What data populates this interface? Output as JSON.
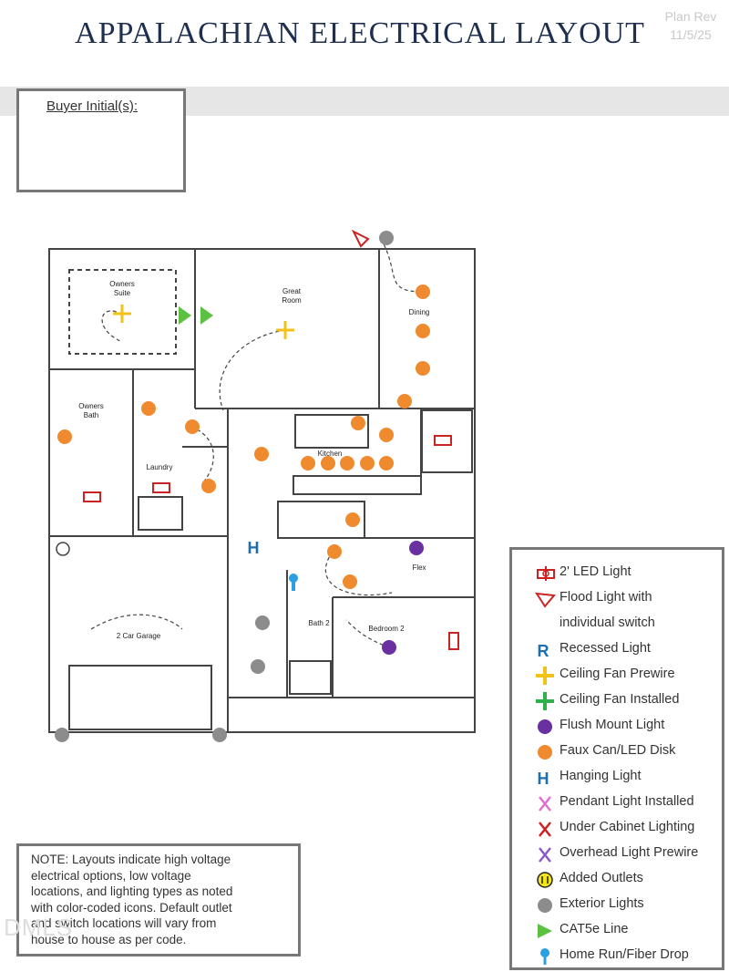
{
  "header": {
    "title": "APPALACHIAN ELECTRICAL LAYOUT",
    "rev_line1": "Plan Rev",
    "rev_line2": "11/5/25"
  },
  "buyer_box": {
    "label": "Buyer Initial(s):"
  },
  "rooms": {
    "owners_suite_1": "Owners",
    "owners_suite_2": "Suite",
    "great_room_1": "Great",
    "great_room_2": "Room",
    "dining": "Dining",
    "owners_bath_1": "Owners",
    "owners_bath_2": "Bath",
    "laundry": "Laundry",
    "kitchen": "Kitchen",
    "flex": "Flex",
    "garage": "2 Car Garage",
    "bath2": "Bath 2",
    "bedroom2": "Bedroom 2"
  },
  "legend": {
    "items": [
      {
        "icon": "led-light-icon",
        "label": "2' LED Light",
        "color": "#cc2222"
      },
      {
        "icon": "flood-light-icon",
        "label": "Flood Light with",
        "color": "#cc2222"
      },
      {
        "icon": "",
        "label": "individual switch",
        "color": ""
      },
      {
        "icon": "recessed-light-icon",
        "label": "Recessed Light",
        "color": "#1f6fb0"
      },
      {
        "icon": "ceiling-fan-prewire-icon",
        "label": "Ceiling Fan Prewire",
        "color": "#f2c218"
      },
      {
        "icon": "ceiling-fan-installed-icon",
        "label": "Ceiling Fan Installed",
        "color": "#2eb04b"
      },
      {
        "icon": "flush-mount-icon",
        "label": "Flush Mount Light",
        "color": "#6a2fa0"
      },
      {
        "icon": "faux-can-icon",
        "label": "Faux Can/LED Disk",
        "color": "#f08a2e"
      },
      {
        "icon": "hanging-light-icon",
        "label": "Hanging Light",
        "color": "#1f6fb0"
      },
      {
        "icon": "pendant-light-icon",
        "label": "Pendant Light Installed",
        "color": "#e070d0"
      },
      {
        "icon": "under-cabinet-icon",
        "label": "Under Cabinet Lighting",
        "color": "#cc2222"
      },
      {
        "icon": "overhead-prewire-icon",
        "label": "Overhead Light Prewire",
        "color": "#8a5ac8"
      },
      {
        "icon": "added-outlet-icon",
        "label": "Added Outlets",
        "color": "#f2e618"
      },
      {
        "icon": "exterior-light-icon",
        "label": "Exterior Lights",
        "color": "#8c8c8c"
      },
      {
        "icon": "cat5e-icon",
        "label": "CAT5e Line",
        "color": "#5cc040"
      },
      {
        "icon": "home-run-icon",
        "label": "Home Run/Fiber Drop",
        "color": "#2aa0e0"
      }
    ]
  },
  "note": {
    "line1": "NOTE: Layouts indicate high voltage",
    "line2": "electrical options, low voltage",
    "line3": "locations, and lighting types as noted",
    "line4": "with color-coded icons. Default outlet",
    "line5": "and switch locations will vary from",
    "line6": "house to house as per code."
  },
  "watermark": "DMLS",
  "colors": {
    "title": "#1f2f4f",
    "wall": "#444444",
    "faux_can": "#f08a2e",
    "exterior": "#8c8c8c",
    "flush": "#6a2fa0",
    "fan": "#f2c218",
    "red": "#cc2222"
  }
}
